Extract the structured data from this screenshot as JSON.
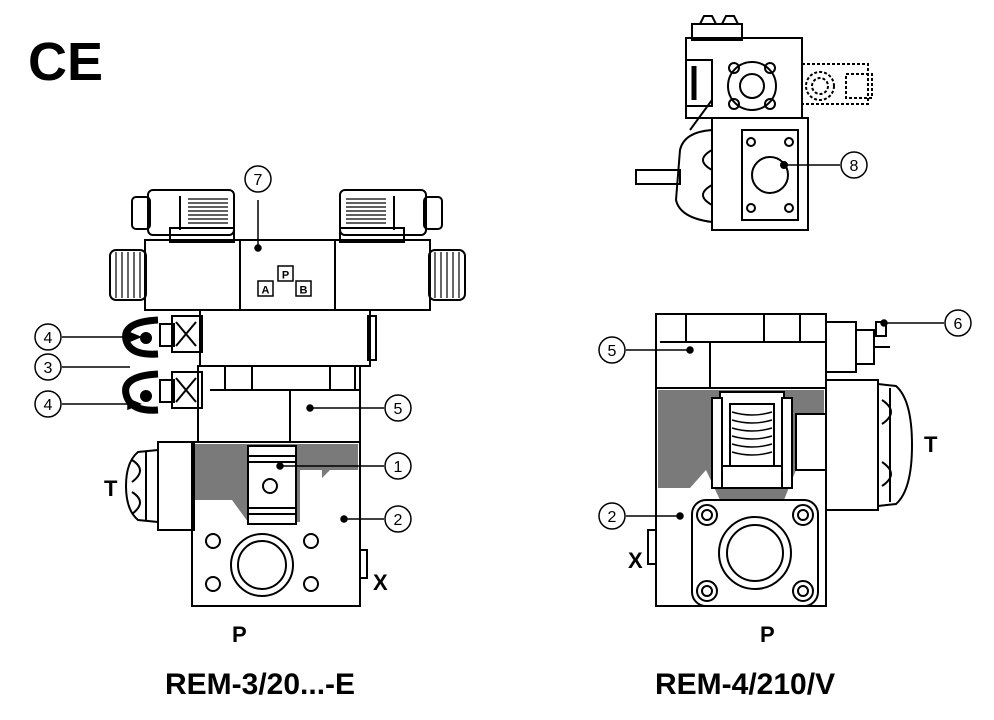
{
  "mark": "CE",
  "left_figure": {
    "caption": "REM-3/20...-E",
    "port_labels": {
      "t": "T",
      "p": "P",
      "x": "X",
      "a": "A",
      "p_small": "P",
      "b": "B"
    },
    "callouts": {
      "c1": "1",
      "c2": "2",
      "c3": "3",
      "c4a": "4",
      "c4b": "4",
      "c5": "5",
      "c7": "7"
    }
  },
  "right_figure": {
    "caption": "REM-4/210/V",
    "port_labels": {
      "t": "T",
      "p": "P",
      "x": "X"
    },
    "callouts": {
      "c2": "2",
      "c5": "5",
      "c6": "6"
    }
  },
  "top_figure": {
    "callouts": {
      "c8": "8"
    }
  },
  "colors": {
    "ink": "#000000",
    "section_fill": "#7a7a7a",
    "background": "#ffffff"
  }
}
